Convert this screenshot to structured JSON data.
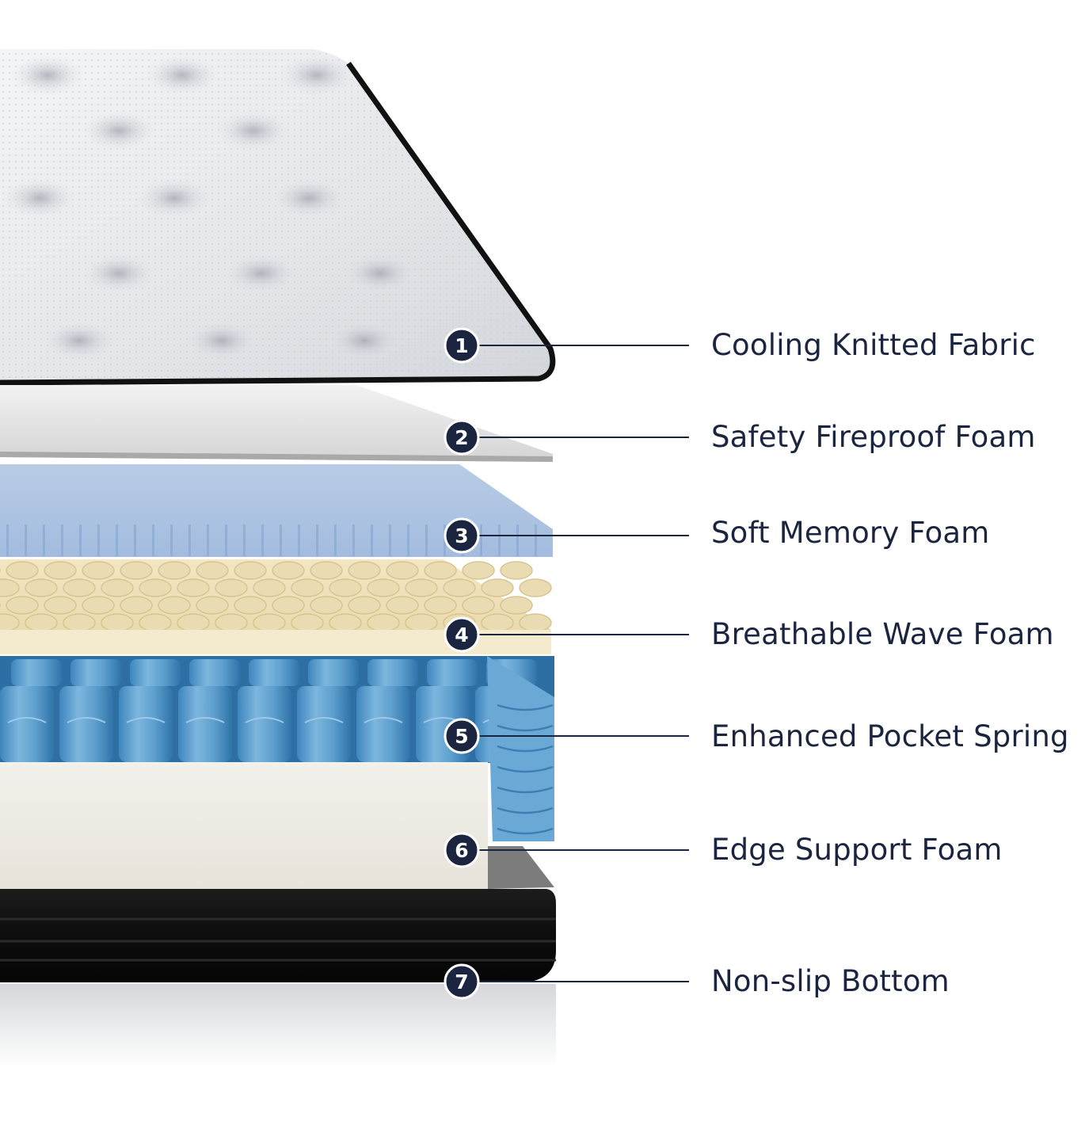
{
  "accent_color": "#1b2540",
  "layers": [
    {
      "number": "1",
      "label": "Cooling Knitted Fabric"
    },
    {
      "number": "2",
      "label": "Safety Fireproof Foam"
    },
    {
      "number": "3",
      "label": "Soft Memory Foam"
    },
    {
      "number": "4",
      "label": "Breathable Wave Foam"
    },
    {
      "number": "5",
      "label": "Enhanced Pocket Spring"
    },
    {
      "number": "6",
      "label": "Edge Support Foam"
    },
    {
      "number": "7",
      "label": "Non-slip Bottom"
    }
  ]
}
